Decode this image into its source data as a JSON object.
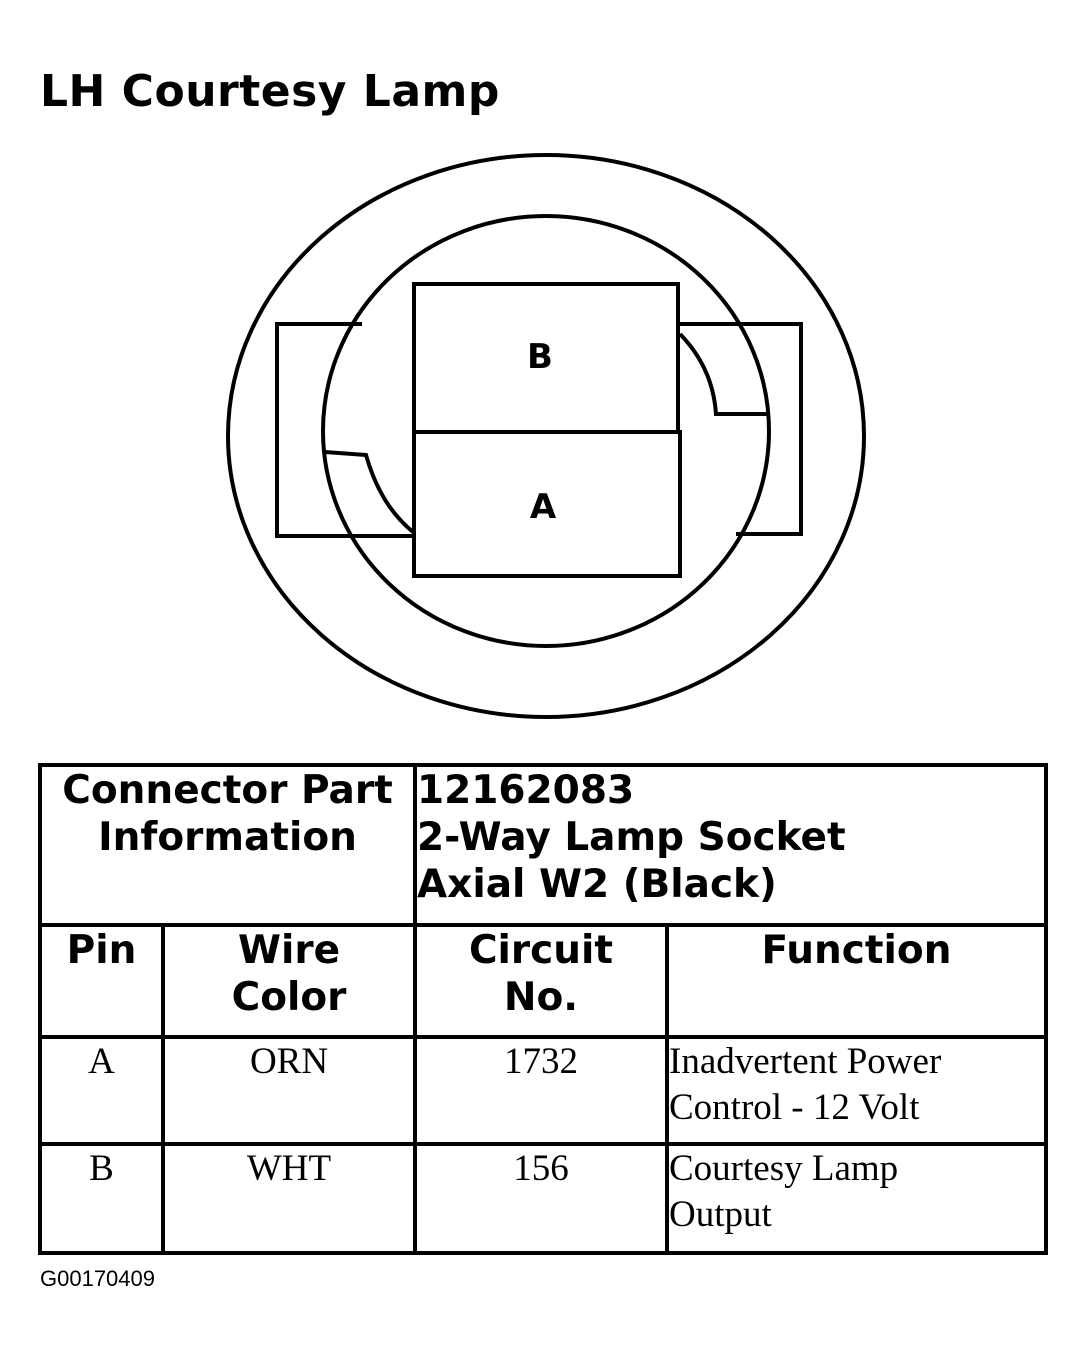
{
  "title": "LH Courtesy Lamp",
  "diagram": {
    "pin_top": "B",
    "pin_bottom": "A"
  },
  "connector": {
    "part_info_label": "Connector Part Information",
    "part_number": "12162083",
    "description_line1": "2-Way Lamp Socket",
    "description_line2": "Axial W2 (Black)",
    "bullet": "•"
  },
  "table": {
    "columns": [
      "Pin",
      "Wire Color",
      "Circuit No.",
      "Function"
    ],
    "rows": [
      {
        "pin": "A",
        "wire_color": "ORN",
        "circuit": "1732",
        "function_line1": "Inadvertent Power",
        "function_line2": "Control - 12 Volt"
      },
      {
        "pin": "B",
        "wire_color": "WHT",
        "circuit": "156",
        "function_line1": "Courtesy Lamp",
        "function_line2": "Output"
      }
    ]
  },
  "figure_id": "G00170409"
}
